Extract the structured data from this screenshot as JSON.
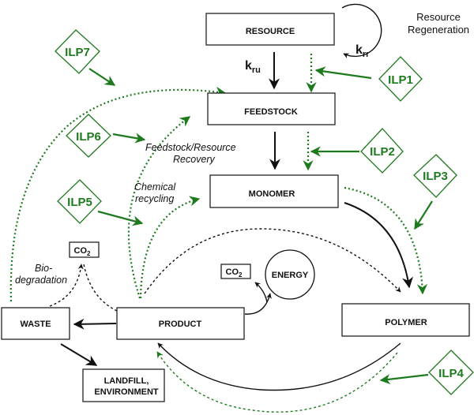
{
  "diagram": {
    "colors": {
      "ilp": "#1e7a1e",
      "flow": "#111111"
    },
    "boxes": {
      "resource": "RESOURCE",
      "feedstock": "FEEDSTOCK",
      "monomer": "MONOMER",
      "polymer": "POLYMER",
      "product": "PRODUCT",
      "waste": "WASTE",
      "landfill_line1": "LANDFILL,",
      "landfill_line2": "ENVIRONMENT",
      "energy": "ENERGY",
      "co2_main": "CO",
      "co2_main_sub": "2",
      "co2_energy": "CO",
      "co2_energy_sub": "2"
    },
    "ilps": [
      "ILP1",
      "ILP2",
      "ILP3",
      "ILP4",
      "ILP5",
      "ILP6",
      "ILP7"
    ],
    "labels": {
      "resource_regeneration_line1": "Resource",
      "resource_regeneration_line2": "Regeneration",
      "k_rr": "k",
      "k_rr_sub": "rr",
      "k_ru": "k",
      "k_ru_sub": "ru",
      "feedstock_recovery_line1": "Feedstock/Resource",
      "feedstock_recovery_line2": "Recovery",
      "chemical_recycling_line1": "Chemical",
      "chemical_recycling_line2": "recycling",
      "biodegradation_line1": "Bio-",
      "biodegradation_line2": "degradation"
    }
  }
}
